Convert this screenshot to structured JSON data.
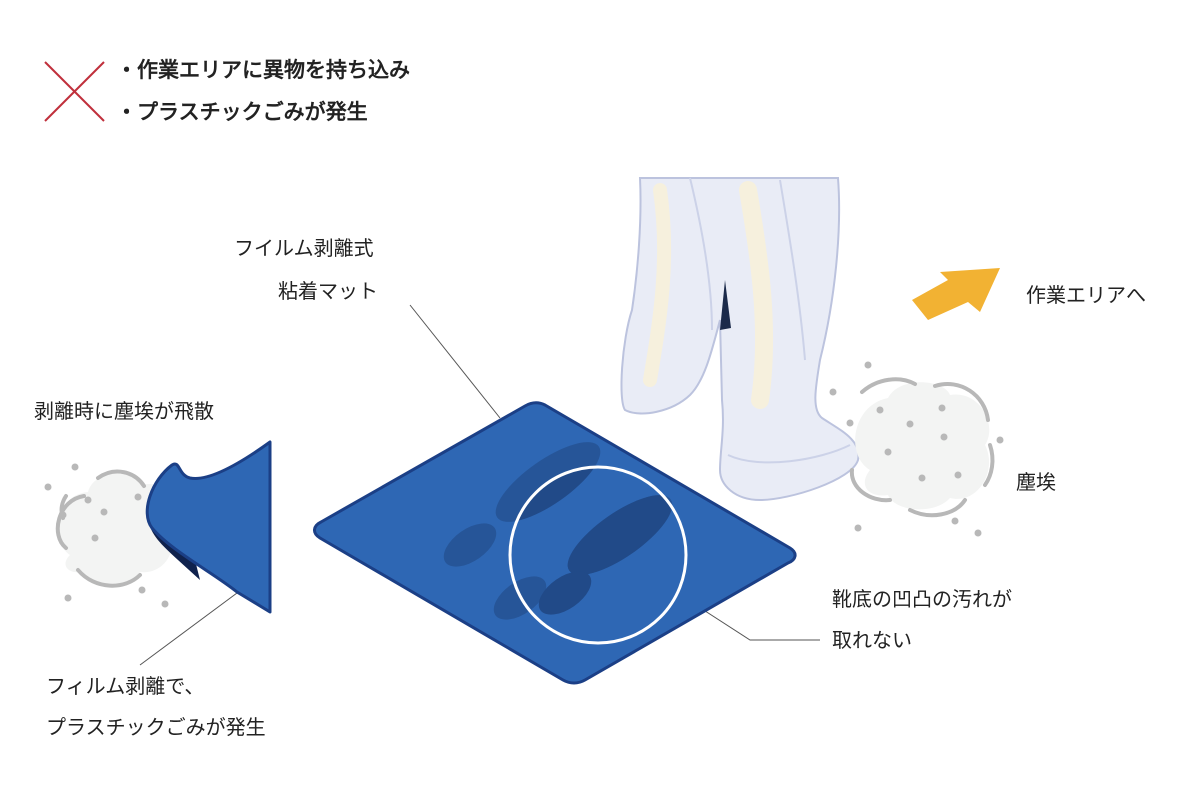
{
  "header": {
    "icon": "cross-mark-icon",
    "items": [
      "・作業エリアに異物を持ち込み",
      "・プラスチックごみが発生"
    ]
  },
  "labels": {
    "mat_line1": "フイルム剥離式",
    "mat_line2": "粘着マット",
    "scatter": "剥離時に塵埃が飛散",
    "peel_line1": "フィルム剥離で、",
    "peel_line2": "プラスチックごみが発生",
    "to_work_area": "作業エリアへ",
    "dust": "塵埃",
    "sole_line1": "靴底の凹凸の汚れが",
    "sole_line2": "取れない"
  },
  "colors": {
    "mat_blue": "#2e67b4",
    "mat_dark": "#1b3f86",
    "cross_red": "#c0303c",
    "arrow_yellow": "#f2b233",
    "dust_gray": "#b8b8b8"
  }
}
